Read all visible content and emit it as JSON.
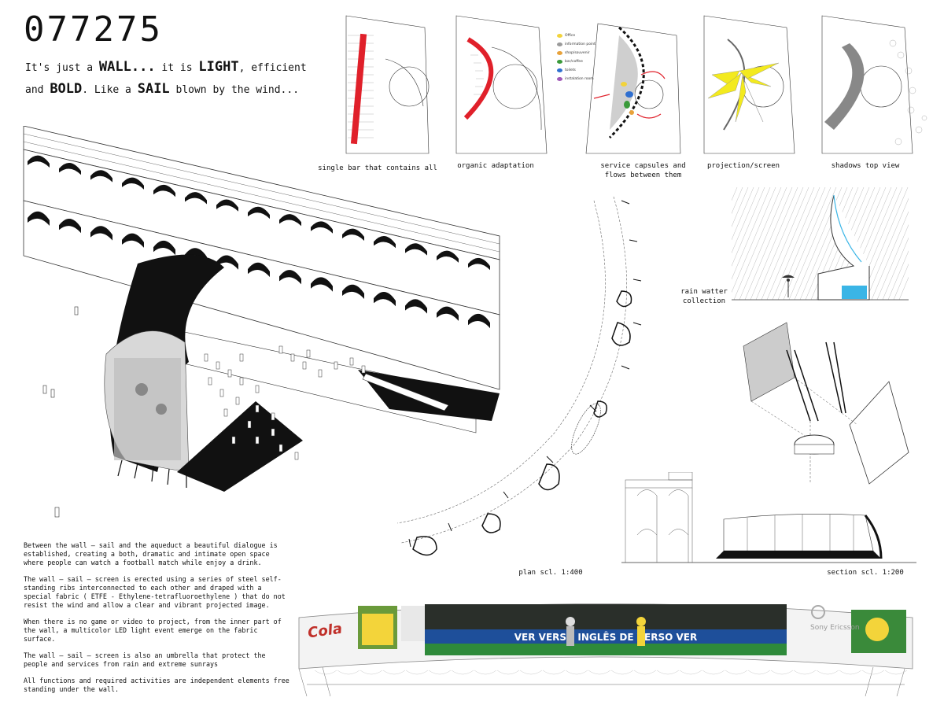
{
  "header": {
    "code": "077275",
    "tagline_parts": [
      {
        "text": "It's just a ",
        "bold": false
      },
      {
        "text": "WALL...",
        "bold": true
      },
      {
        "text": " it is ",
        "bold": false
      },
      {
        "text": "LIGHT",
        "bold": true
      },
      {
        "text": ", efficient and ",
        "bold": false
      },
      {
        "text": "BOLD",
        "bold": true
      },
      {
        "text": ". Like a ",
        "bold": false
      },
      {
        "text": "SAIL",
        "bold": true
      },
      {
        "text": " blown by the wind...",
        "bold": false
      }
    ]
  },
  "diagrams": [
    {
      "caption": "single bar that contains all"
    },
    {
      "caption": "organic adaptation"
    },
    {
      "caption": "service capsules and flows between them"
    },
    {
      "caption": "projection/screen"
    },
    {
      "caption": "shadows top view"
    }
  ],
  "legend": [
    {
      "label": "Office",
      "color": "#f2d33b"
    },
    {
      "label": "information point",
      "color": "#9a9a9a"
    },
    {
      "label": "shop/souvenir",
      "color": "#e8a23a"
    },
    {
      "label": "bar/coffee",
      "color": "#3a9a3a"
    },
    {
      "label": "toilets",
      "color": "#2f6fd0"
    },
    {
      "label": "instalation room",
      "color": "#a05ab8"
    }
  ],
  "labels": {
    "rain": "rain watter collection",
    "plan": "plan scl. 1:400",
    "section": "section scl. 1:200"
  },
  "description": [
    "Between the wall – sail and the aqueduct a beautiful dialogue is established, creating a both, dramatic and intimate open space where people can watch a football match while enjoy a drink.",
    "The wall – sail – screen is erected using a series of steel self-standing ribs interconnected to each other and draped with a special fabric ( ETFE - Ethylene-tetrafluoroethylene ) that do not resist the wind and allow a clear and vibrant projected image.",
    "When there is no game or video to project, from the inner part of the wall, a multicolor LED light event emerge on the fabric surface.",
    "The wall – sail – screen is also an umbrella that protect the people and services from rain and extreme sunrays",
    "All functions and required activities are independent elements free standing under the wall."
  ],
  "banner": {
    "brand_left": "Cola",
    "brand_right": "Sony Ericsson",
    "ad_text": "VER VERSO INGLÊS DE VERSO VER"
  },
  "colors": {
    "accent_red": "#e0202a",
    "projection_yellow": "#f3ea1e",
    "water_blue": "#3ab5e6"
  }
}
